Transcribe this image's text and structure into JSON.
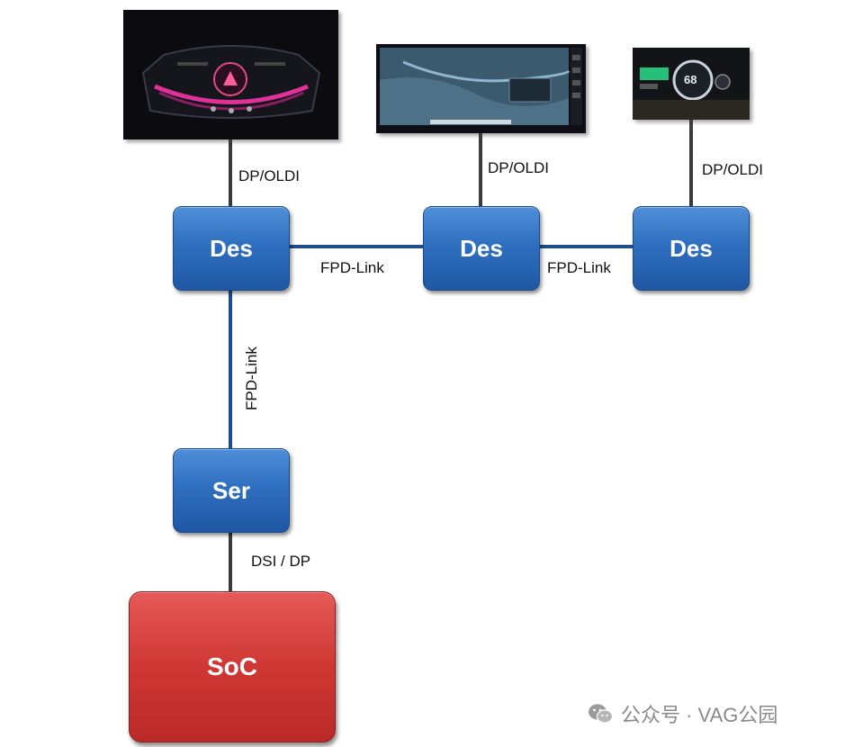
{
  "nodes": {
    "des1": "Des",
    "des2": "Des",
    "des3": "Des",
    "ser": "Ser",
    "soc": "SoC"
  },
  "links": {
    "display1_des1": "DP/OLDI",
    "display2_des2": "DP/OLDI",
    "display3_des3": "DP/OLDI",
    "des1_des2": "FPD-Link",
    "des2_des3": "FPD-Link",
    "ser_des1": "FPD-Link",
    "soc_ser": "DSI / DP"
  },
  "displays": {
    "cluster_speed": "",
    "small_speed": "68"
  },
  "watermark": {
    "text": "公众号 · VAG公园"
  },
  "colors": {
    "chip_blue": "#2f6fc0",
    "soc_red": "#cf3734",
    "link_blue": "#1f4e8c",
    "link_gray": "#3c3c3c"
  }
}
